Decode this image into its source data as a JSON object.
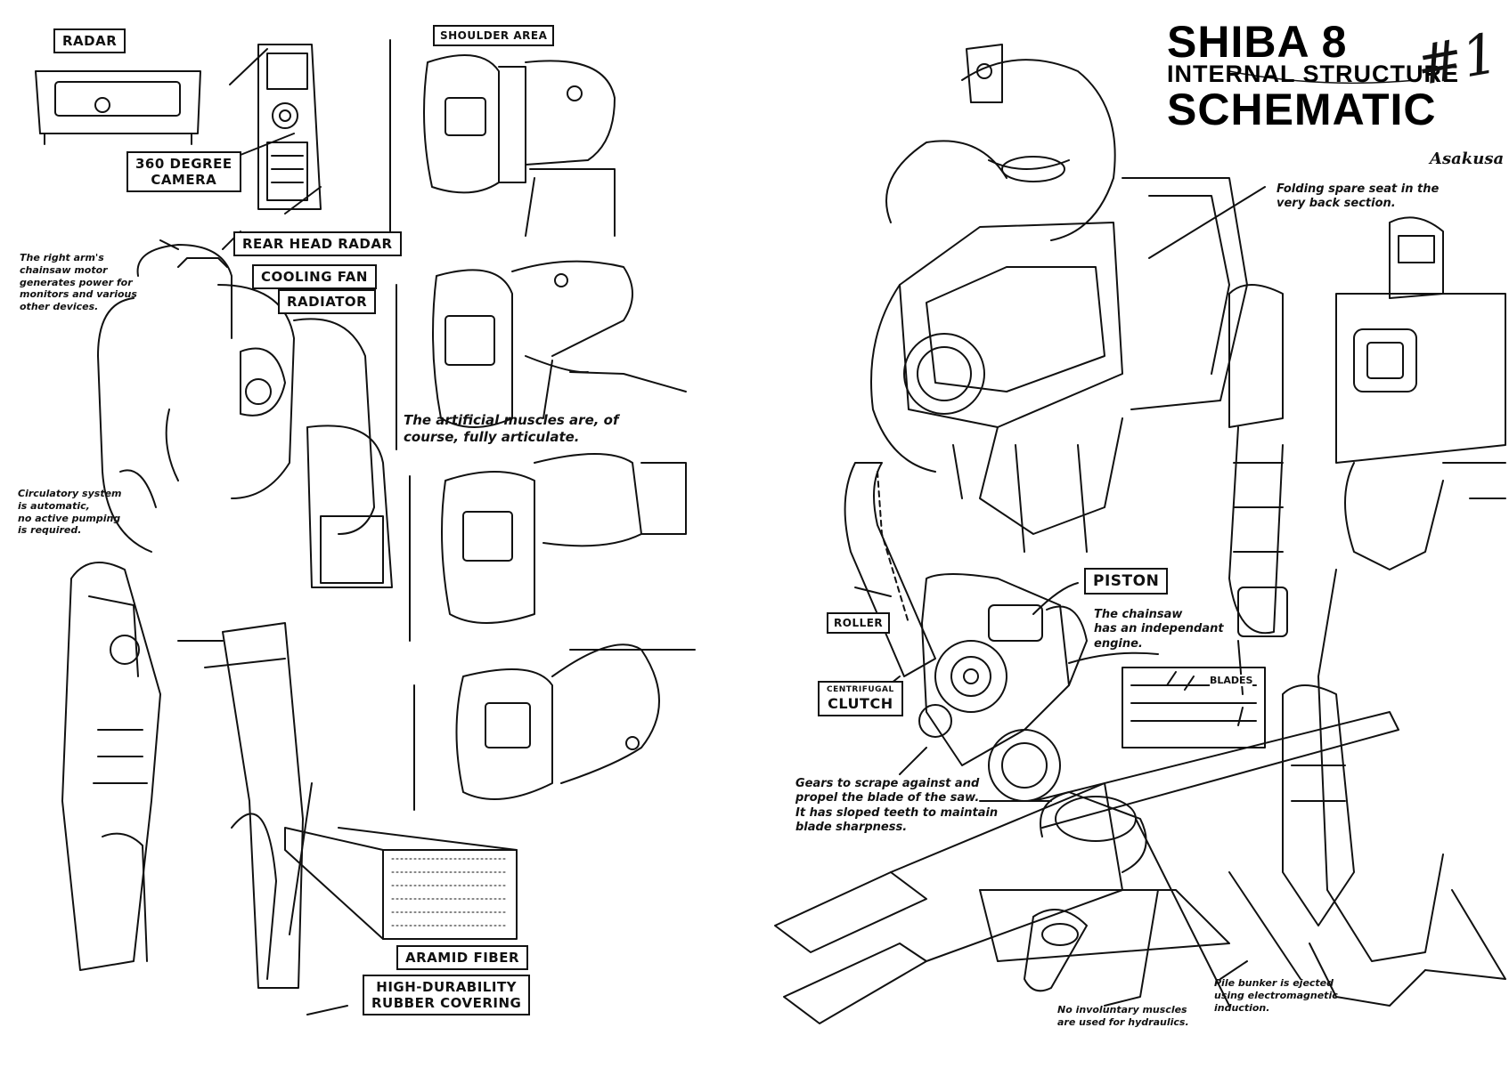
{
  "title": {
    "line1": "SHIBA 8",
    "line2": "INTERNAL STRUCTURE",
    "line3": "SCHEMATIC",
    "issue_number": "#1",
    "author": "Asakusa"
  },
  "labels": {
    "radar": "RADAR",
    "camera_line1": "360 DEGREE",
    "camera_line2": "CAMERA",
    "shoulder_area": "SHOULDER AREA",
    "rear_head_radar": "REAR HEAD RADAR",
    "cooling_fan": "COOLING FAN",
    "radiator": "RADIATOR",
    "aramid_fiber": "ARAMID FIBER",
    "rubber_line1": "HIGH-DURABILITY",
    "rubber_line2": "RUBBER COVERING",
    "piston": "PISTON",
    "roller": "ROLLER",
    "centrifugal": "CENTRIFUGAL",
    "clutch": "CLUTCH",
    "blades": "BLADES"
  },
  "notes": {
    "right_arm": [
      "The right arm's",
      "chainsaw motor",
      "generates power for",
      "monitors and various",
      "other devices."
    ],
    "circulatory": [
      "Circulatory system",
      "is automatic,",
      "no active pumping",
      "is required."
    ],
    "muscles": [
      "The artificial muscles are, of",
      "course, fully articulate."
    ],
    "spare_seat": [
      "Folding spare seat in the",
      "very back section."
    ],
    "chainsaw_engine": [
      "The chainsaw",
      "has an independant",
      "engine."
    ],
    "gears": [
      "Gears to scrape against and",
      "propel the blade of the saw.",
      "It has sloped teeth to maintain",
      "blade sharpness."
    ],
    "pile_bunker": [
      "Pile bunker is ejected",
      "using electromagnetic",
      "induction."
    ],
    "hydraulics": [
      "No involuntary muscles",
      "are used for hydraulics."
    ]
  }
}
